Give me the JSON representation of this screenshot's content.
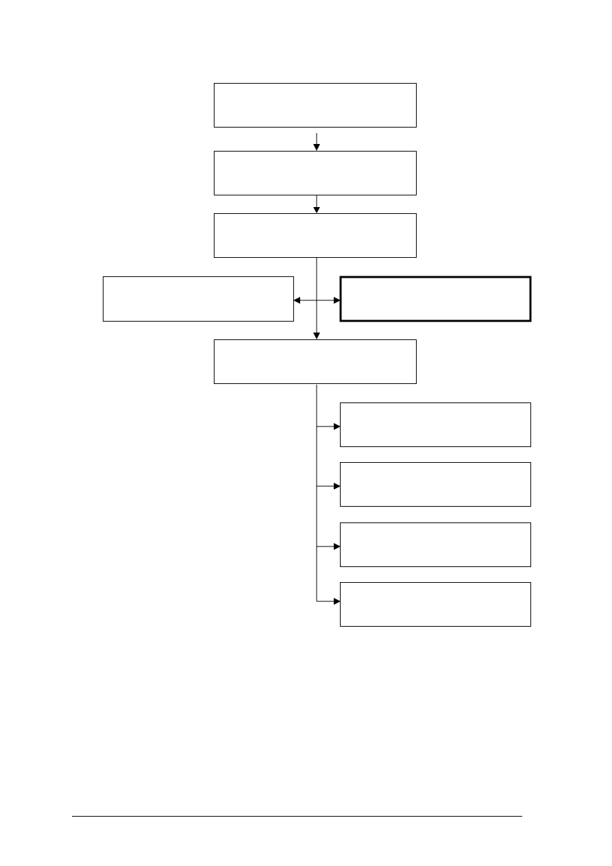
{
  "diagram": {
    "type": "flowchart",
    "nodes": [
      {
        "id": "main-1",
        "label": ""
      },
      {
        "id": "main-2",
        "label": ""
      },
      {
        "id": "main-3",
        "label": ""
      },
      {
        "id": "side-left",
        "label": ""
      },
      {
        "id": "side-right",
        "label": "",
        "emphasis": "bold-border"
      },
      {
        "id": "main-4",
        "label": ""
      },
      {
        "id": "branch-1",
        "label": ""
      },
      {
        "id": "branch-2",
        "label": ""
      },
      {
        "id": "branch-3",
        "label": ""
      },
      {
        "id": "branch-4",
        "label": ""
      }
    ],
    "edges": [
      {
        "from": "main-1",
        "to": "main-2"
      },
      {
        "from": "main-2",
        "to": "main-3"
      },
      {
        "from": "main-3",
        "to": "main-4"
      },
      {
        "from": "main-3",
        "to": "side-left"
      },
      {
        "from": "main-3",
        "to": "side-right"
      },
      {
        "from": "main-4",
        "to": "branch-1"
      },
      {
        "from": "main-4",
        "to": "branch-2"
      },
      {
        "from": "main-4",
        "to": "branch-3"
      },
      {
        "from": "main-4",
        "to": "branch-4"
      }
    ]
  }
}
